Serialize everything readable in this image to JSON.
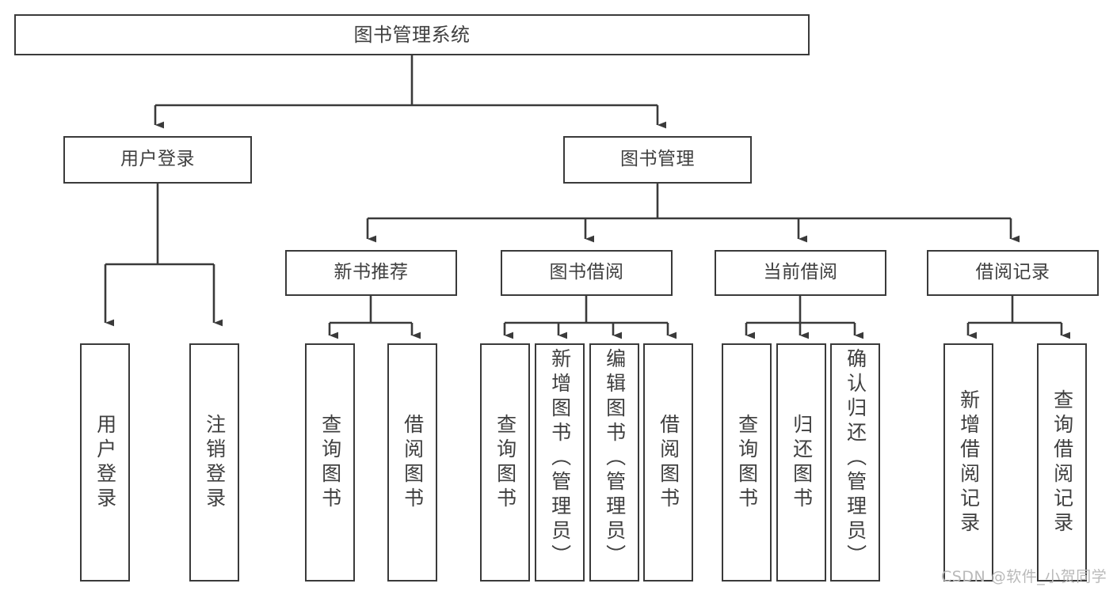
{
  "diagram": {
    "title": "图书管理系统",
    "type": "tree",
    "root": {
      "id": "root",
      "label": "图书管理系统"
    },
    "level2": [
      {
        "id": "user-login",
        "label": "用户登录"
      },
      {
        "id": "book-manage",
        "label": "图书管理"
      }
    ],
    "level3": [
      {
        "id": "new-book-recommend",
        "label": "新书推荐",
        "parent": "book-manage"
      },
      {
        "id": "book-borrow",
        "label": "图书借阅",
        "parent": "book-manage"
      },
      {
        "id": "current-borrow",
        "label": "当前借阅",
        "parent": "book-manage"
      },
      {
        "id": "borrow-record",
        "label": "借阅记录",
        "parent": "book-manage"
      }
    ],
    "leaves": [
      {
        "id": "leaf-user-login",
        "label": "用户登录",
        "parent": "user-login"
      },
      {
        "id": "leaf-logout-login",
        "label": "注销登录",
        "parent": "user-login"
      },
      {
        "id": "leaf-query-book-1",
        "label": "查询图书",
        "parent": "new-book-recommend"
      },
      {
        "id": "leaf-borrow-book-1",
        "label": "借阅图书",
        "parent": "new-book-recommend"
      },
      {
        "id": "leaf-query-book-2",
        "label": "查询图书",
        "parent": "book-borrow"
      },
      {
        "id": "leaf-add-book",
        "label": "新增图书（管理员）",
        "parent": "book-borrow"
      },
      {
        "id": "leaf-edit-book",
        "label": "编辑图书（管理员）",
        "parent": "book-borrow"
      },
      {
        "id": "leaf-borrow-book-2",
        "label": "借阅图书",
        "parent": "book-borrow"
      },
      {
        "id": "leaf-query-book-3",
        "label": "查询图书",
        "parent": "current-borrow"
      },
      {
        "id": "leaf-return-book",
        "label": "归还图书",
        "parent": "current-borrow"
      },
      {
        "id": "leaf-confirm-return",
        "label": "确认归还（管理员）",
        "parent": "current-borrow"
      },
      {
        "id": "leaf-add-record",
        "label": "新增借阅记录",
        "parent": "borrow-record"
      },
      {
        "id": "leaf-query-record",
        "label": "查询借阅记录",
        "parent": "borrow-record"
      }
    ],
    "colors": {
      "box_border": "#3a3a3a",
      "box_fill": "#ffffff",
      "connector": "#3a3a3a",
      "text": "#3f3f3f",
      "watermark": "#b9b9b9",
      "background": "#ffffff"
    }
  },
  "watermark": {
    "text": "CSDN @软件_小贺同学"
  }
}
